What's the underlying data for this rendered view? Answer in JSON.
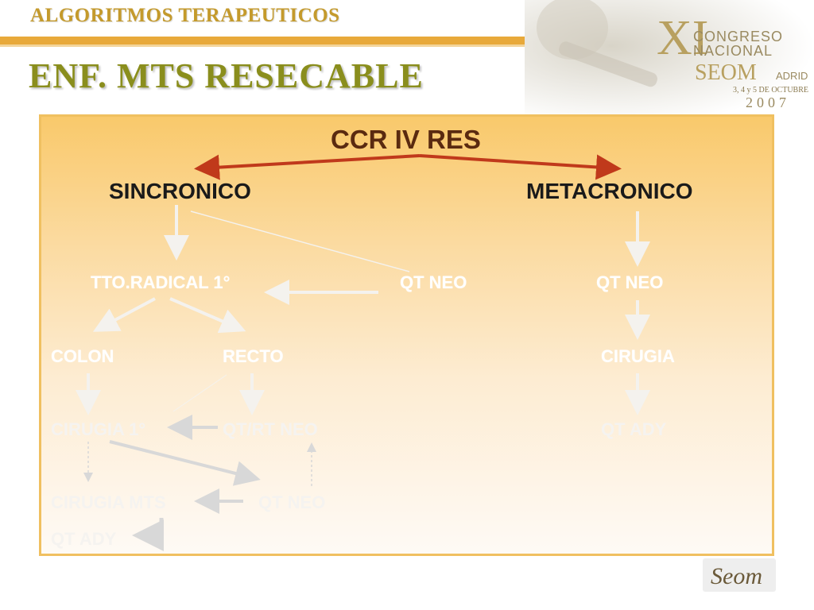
{
  "header": {
    "supertitle": "ALGORITMOS TERAPEUTICOS",
    "title": "ENF. MTS   RESECABLE"
  },
  "logo": {
    "roman": "XI",
    "line1": "CONGRESO",
    "line2": "NACIONAL",
    "org": "SEOM",
    "city": "ADRID",
    "dates": "3, 4 y 5 DE OCTUBRE",
    "year": "2007"
  },
  "diagram": {
    "root": "CCR IV  RES",
    "sincronico": "SINCRONICO",
    "metacronico": "METACRONICO",
    "tto_radical": "TTO.RADICAL 1°",
    "qt_neo_sync": "QT NEO",
    "qt_neo_meta": "QT NEO",
    "colon": "COLON",
    "recto": "RECTO",
    "cirugia_meta": "CIRUGIA",
    "cirugia_1": "CIRUGIA 1°",
    "qt_rt_neo": "QT/RT NEO",
    "qt_ady_meta": "QT ADY",
    "cirugia_mts": "CIRUGIA MTS",
    "qt_neo_bottom": "QT NEO",
    "qt_ady_bottom": "QT ADY"
  },
  "footer": {
    "logo_text": "Seom"
  },
  "colors": {
    "gold": "#e8a93a",
    "olive_title": "#8a8e1d",
    "root_arrow": "#c0391b",
    "panel_top": "#f9c96b"
  }
}
